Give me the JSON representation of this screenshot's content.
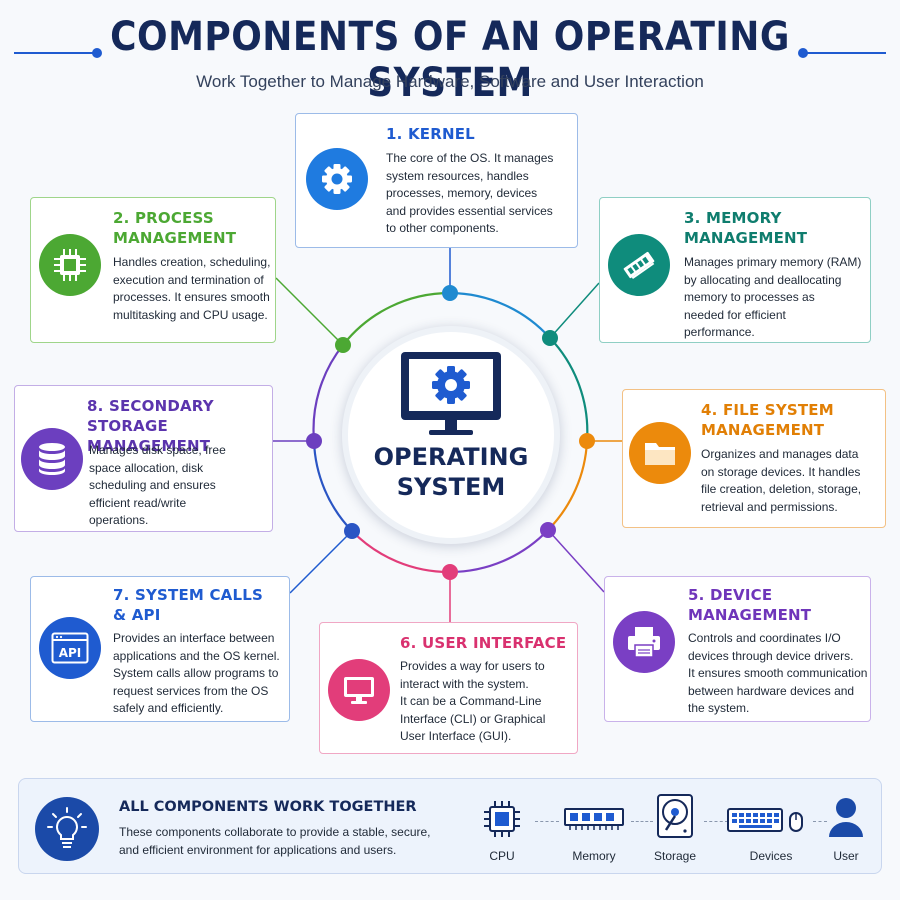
{
  "header": {
    "title": "COMPONENTS OF AN OPERATING SYSTEM",
    "subtitle": "Work Together to Manage Hardware, Software and User Interaction"
  },
  "center": {
    "line1": "OPERATING",
    "line2": "SYSTEM",
    "icon": "monitor-gear-icon"
  },
  "components": {
    "kernel": {
      "title_lines": [
        "1. KERNEL"
      ],
      "text_lines": [
        "The core of the OS. It manages",
        "system resources, handles",
        "processes, memory, devices",
        "and provides essential services",
        "to other components."
      ],
      "color": "#1f5bd0",
      "icon": "gear-icon"
    },
    "process": {
      "title_lines": [
        "2. PROCESS",
        "MANAGEMENT"
      ],
      "text_lines": [
        "Handles creation, scheduling,",
        "execution and termination of",
        "processes. It ensures smooth",
        "multitasking and CPU usage."
      ],
      "color": "#4ca833",
      "icon": "cpu-chip-icon"
    },
    "memory": {
      "title_lines": [
        "3. MEMORY",
        "MANAGEMENT"
      ],
      "text_lines": [
        "Manages primary memory (RAM)",
        "by allocating and deallocating",
        "memory to processes as",
        "needed for efficient",
        "performance."
      ],
      "color": "#0f8c7c",
      "icon": "ram-module-icon"
    },
    "filesystem": {
      "title_lines": [
        "4. FILE SYSTEM",
        "MANAGEMENT"
      ],
      "text_lines": [
        "Organizes and manages data",
        "on storage devices. It handles",
        "file creation, deletion, storage,",
        "retrieval and permissions."
      ],
      "color": "#ec8a0c",
      "icon": "folder-icon"
    },
    "device": {
      "title_lines": [
        "5. DEVICE",
        "MANAGEMENT"
      ],
      "text_lines": [
        "Controls and coordinates I/O",
        "devices through device drivers.",
        "It ensures smooth communication",
        "between hardware devices and",
        "the system."
      ],
      "color": "#7a3fc4",
      "icon": "printer-icon"
    },
    "ui": {
      "title_lines": [
        "6. USER INTERFACE"
      ],
      "text_lines": [
        "Provides a way for users to",
        "interact with the system.",
        "It can be a Command-Line",
        "Interface (CLI) or Graphical",
        "User Interface (GUI)."
      ],
      "color": "#e23d7a",
      "icon": "monitor-icon"
    },
    "syscalls": {
      "title_lines": [
        "7. SYSTEM CALLS",
        "& API"
      ],
      "text_lines": [
        "Provides an interface between",
        "applications and the OS kernel.",
        "System calls allow programs to",
        "request services from the OS",
        "safely and efficiently."
      ],
      "color": "#1f5bd0",
      "icon": "api-window-icon",
      "icon_text": "API"
    },
    "storage": {
      "title_lines": [
        "8. SECONDARY STORAGE",
        "MANAGEMENT"
      ],
      "text_lines": [
        "Manages disk space, free",
        "space allocation, disk",
        "scheduling and ensures",
        "efficient read/write",
        "operations."
      ],
      "color": "#6c3fbf",
      "icon": "database-icon"
    }
  },
  "bottom": {
    "title": "ALL COMPONENTS WORK TOGETHER",
    "text_lines": [
      "These components collaborate to provide a stable, secure,",
      "and efficient environment for applications and users."
    ],
    "icon": "lightbulb-icon",
    "hardware": [
      {
        "label": "CPU",
        "icon": "cpu-icon"
      },
      {
        "label": "Memory",
        "icon": "ram-icon"
      },
      {
        "label": "Storage",
        "icon": "hard-disk-icon"
      },
      {
        "label": "Devices",
        "icon": "keyboard-mouse-icon"
      },
      {
        "label": "User",
        "icon": "user-icon"
      }
    ]
  }
}
